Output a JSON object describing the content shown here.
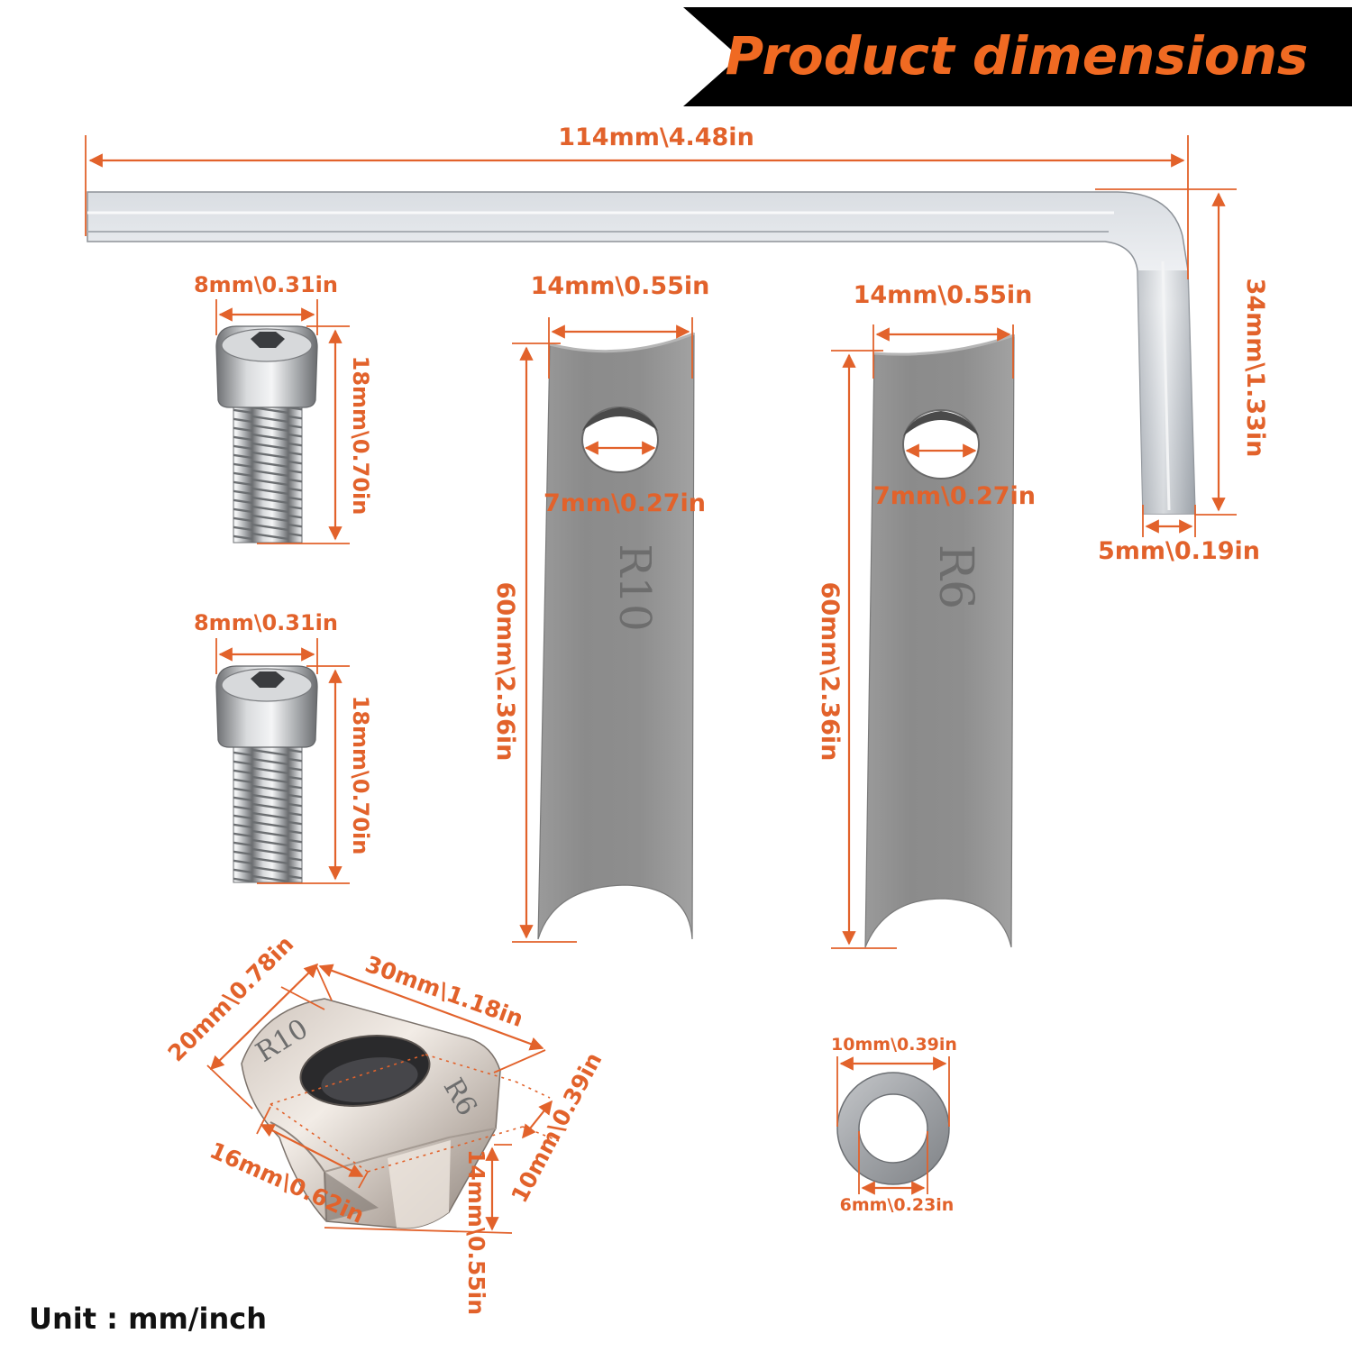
{
  "title": "Product dimensions",
  "unit_note": "Unit : mm/inch",
  "dimensions": {
    "wrench_length": "114mm\\4.48in",
    "wrench_height": "34mm\\1.33in",
    "wrench_hex": "5mm\\0.19in",
    "screw_top_width": "8mm\\0.31in",
    "screw_top_length": "18mm\\0.70in",
    "screw_bottom_width": "8mm\\0.31in",
    "screw_bottom_length": "18mm\\0.70in",
    "blade_r10_width": "14mm\\0.55in",
    "blade_r10_hole": "7mm\\0.27in",
    "blade_r10_length": "60mm\\2.36in",
    "blade_r6_width": "14mm\\0.55in",
    "blade_r6_hole": "7mm\\0.27in",
    "blade_r6_length": "60mm\\2.36in",
    "block_length": "30mm\\1.18in",
    "block_depth": "20mm\\0.78in",
    "block_slot_height": "10mm\\0.39in",
    "block_bottom": "16mm\\0.62in",
    "block_height": "14mm\\0.55in",
    "washer_outer": "10mm\\0.39in",
    "washer_inner": "6mm\\0.23in"
  },
  "engravings": {
    "blade_r10": "R10",
    "blade_r6": "R6",
    "block_left": "R10",
    "block_right": "R6"
  },
  "colors": {
    "accent": "#e2622b",
    "banner": "#000000",
    "metal": "#8f8f8f"
  }
}
